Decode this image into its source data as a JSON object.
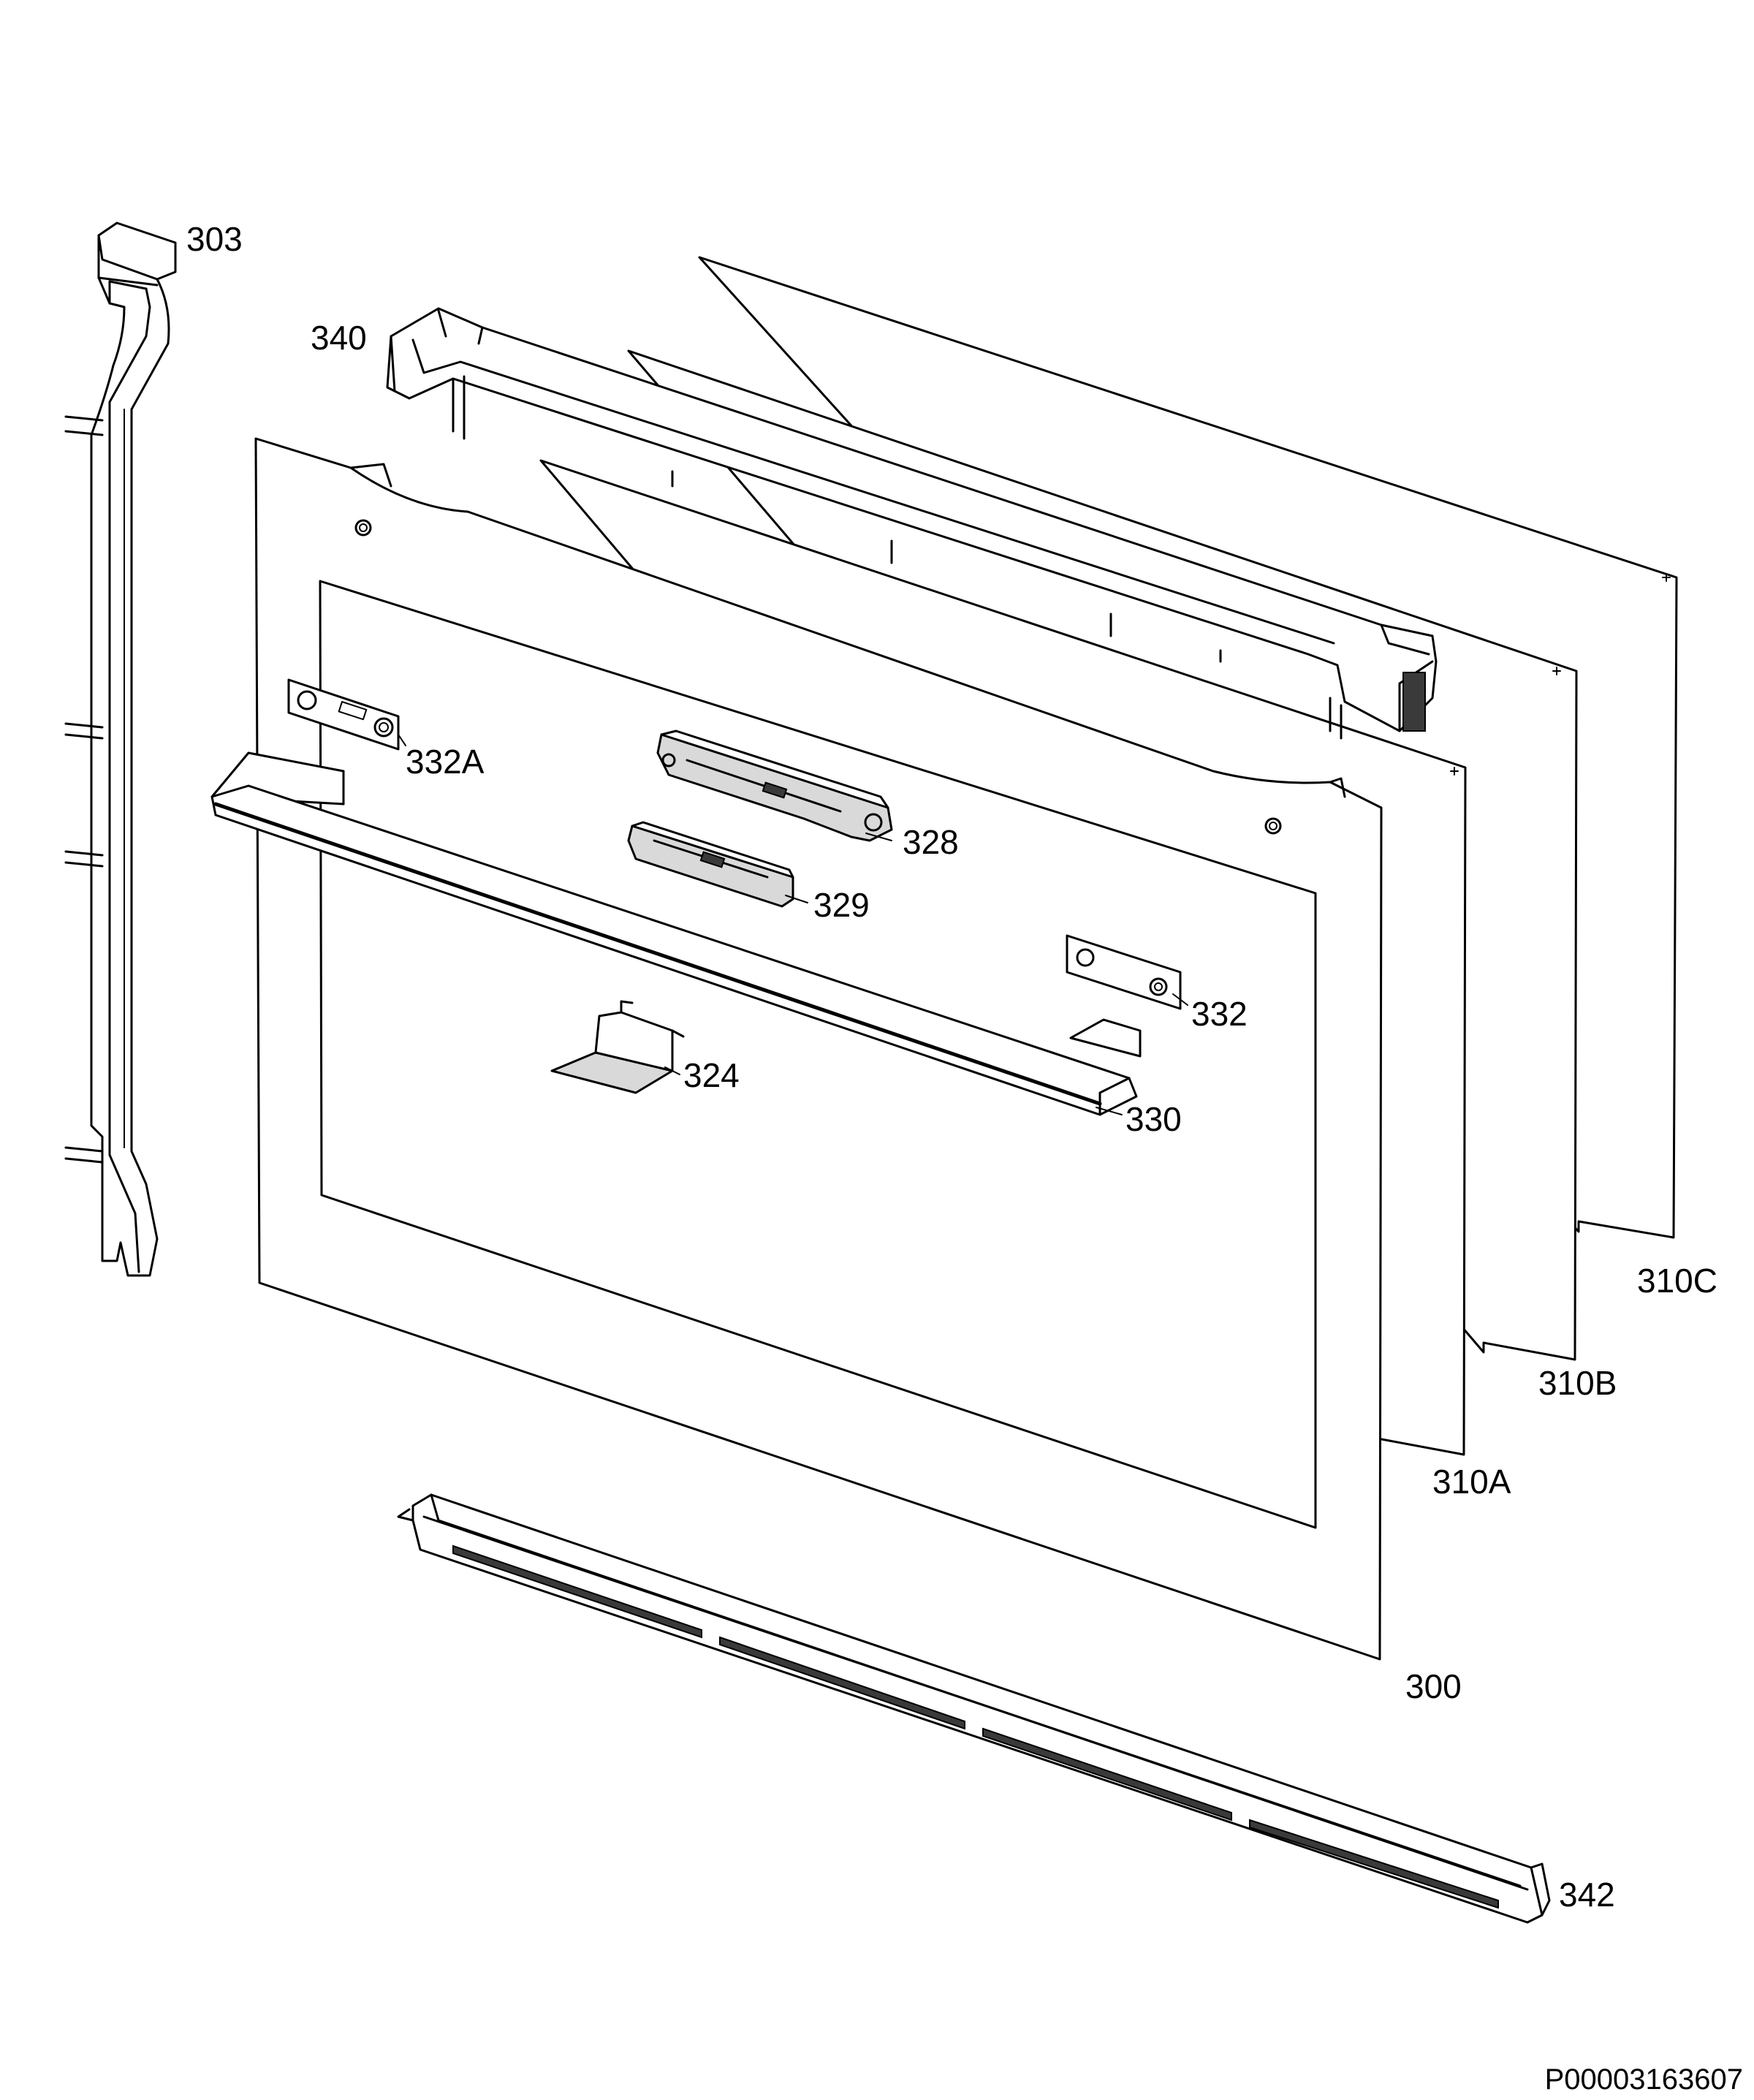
{
  "diagram": {
    "parts": {
      "p303": "303",
      "p340": "340",
      "p332a": "332A",
      "p328": "328",
      "p329": "329",
      "p332": "332",
      "p324": "324",
      "p330": "330",
      "p310c": "310C",
      "p310b": "310B",
      "p310a": "310A",
      "p300": "300",
      "p342": "342"
    },
    "document_id": "P00003163607"
  }
}
